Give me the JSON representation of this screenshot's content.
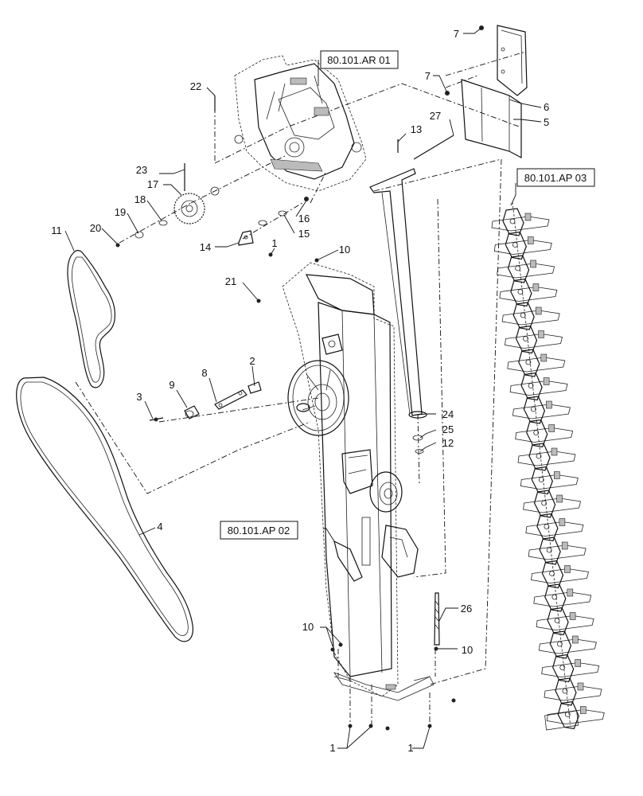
{
  "references": {
    "ar01": "80.101.AR 01",
    "ap03": "80.101.AP 03",
    "ap02": "80.101.AP 02"
  },
  "callouts": {
    "c1a": "1",
    "c1b": "1",
    "c1c": "1",
    "c2": "2",
    "c3": "3",
    "c4": "4",
    "c5": "5",
    "c6": "6",
    "c7a": "7",
    "c7b": "7",
    "c8": "8",
    "c9": "9",
    "c10a": "10",
    "c10b": "10",
    "c10c": "10",
    "c11": "11",
    "c12": "12",
    "c13": "13",
    "c14": "14",
    "c15": "15",
    "c16": "16",
    "c17": "17",
    "c18": "18",
    "c19": "19",
    "c20": "20",
    "c21": "21",
    "c22": "22",
    "c23": "23",
    "c24": "24",
    "c25": "25",
    "c26": "26",
    "c27": "27"
  }
}
